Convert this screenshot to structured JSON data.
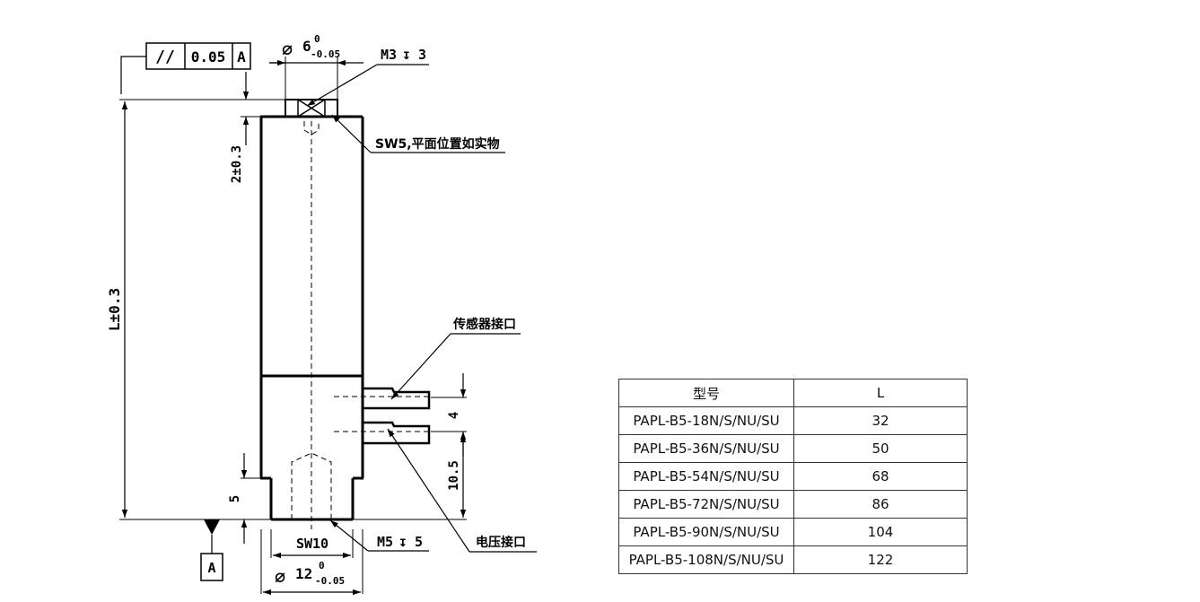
{
  "drawing": {
    "tolerance_frame": {
      "symbol": "//",
      "value": "0.05",
      "datum": "A"
    },
    "top_diameter": {
      "symbol": "∅",
      "nominal": "6",
      "upper": "0",
      "lower": "-0.05"
    },
    "top_thread": {
      "size": "M3",
      "depth_symbol": "↧",
      "depth": "3"
    },
    "wrench_note": "SW5,平面位置如实物",
    "top_dim": "2±0.3",
    "length_dim": "L±0.3",
    "sensor_port": "传感器接口",
    "voltage_port": "电压接口",
    "port_spacing": "4",
    "port_height": "10.5",
    "bottom_dim": "5",
    "datum_label": "A",
    "bottom_wrench": "SW10",
    "bottom_thread": {
      "size": "M5",
      "depth_symbol": "↧",
      "depth": "5"
    },
    "bottom_diameter": {
      "symbol": "∅",
      "nominal": "12",
      "upper": "0",
      "lower": "-0.05"
    }
  },
  "table": {
    "headers": [
      "型号",
      "L"
    ],
    "rows": [
      [
        "PAPL-B5-18N/S/NU/SU",
        "32"
      ],
      [
        "PAPL-B5-36N/S/NU/SU",
        "50"
      ],
      [
        "PAPL-B5-54N/S/NU/SU",
        "68"
      ],
      [
        "PAPL-B5-72N/S/NU/SU",
        "86"
      ],
      [
        "PAPL-B5-90N/S/NU/SU",
        "104"
      ],
      [
        "PAPL-B5-108N/S/NU/SU",
        "122"
      ]
    ]
  }
}
